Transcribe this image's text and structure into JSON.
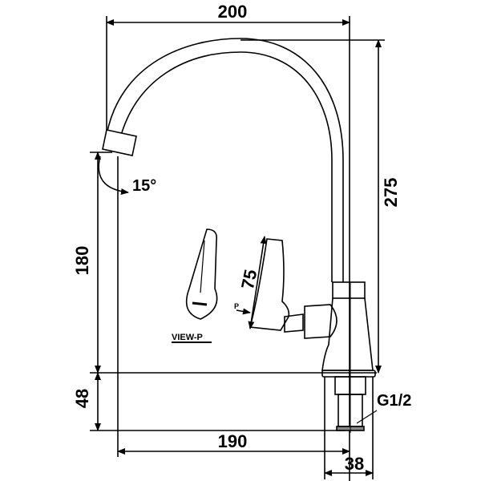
{
  "dimensions": {
    "width": "200",
    "height": "275",
    "spout_height": "180",
    "base_height": "48",
    "reach": "190",
    "body_width": "38",
    "handle_length": "75",
    "spout_angle": "15°",
    "thread": "G1/2"
  },
  "labels": {
    "view": "VIEW-P",
    "view_marker": "P"
  }
}
